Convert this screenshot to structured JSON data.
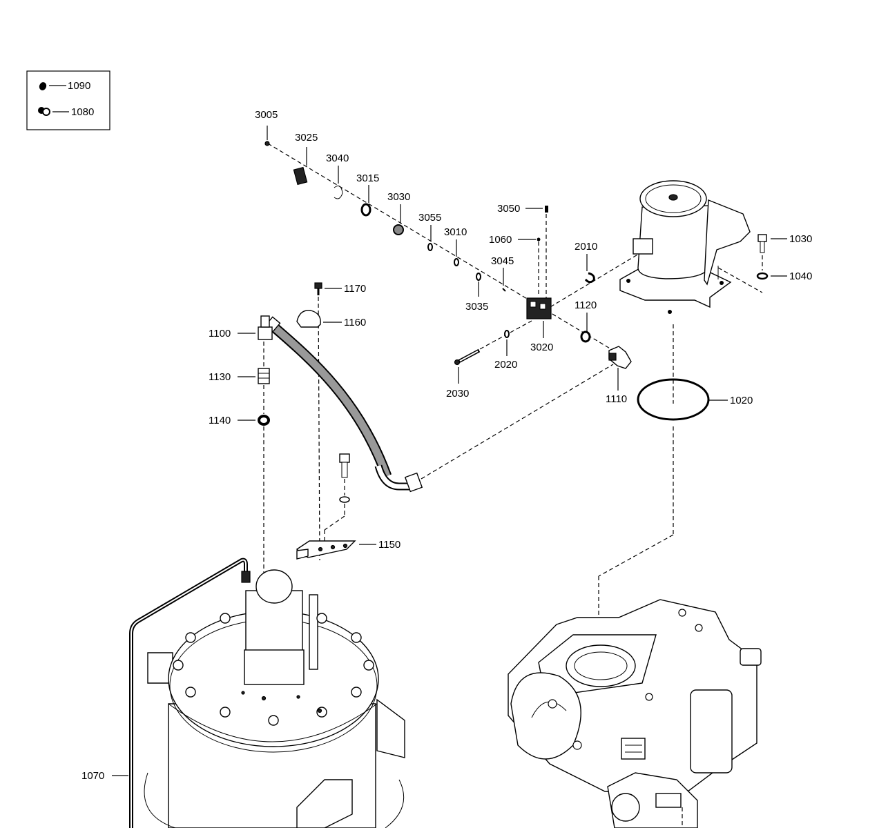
{
  "legend": {
    "items": [
      {
        "code": "1090",
        "icon": "filled-oval-icon"
      },
      {
        "code": "1080",
        "icon": "fitting-pair-icon"
      }
    ]
  },
  "labels": {
    "l3005": "3005",
    "l3025": "3025",
    "l3040": "3040",
    "l3015": "3015",
    "l3030": "3030",
    "l3055": "3055",
    "l3010": "3010",
    "l3045": "3045",
    "l3035": "3035",
    "l3050": "3050",
    "l1060": "1060",
    "l3020": "3020",
    "l2010": "2010",
    "l1120": "1120",
    "l2020": "2020",
    "l2030": "2030",
    "l1110": "1110",
    "l1030": "1030",
    "l1040": "1040",
    "l1020": "1020",
    "l1170": "1170",
    "l1160": "1160",
    "l1100": "1100",
    "l1130": "1130",
    "l1140": "1140",
    "l1150": "1150",
    "l1070": "1070"
  }
}
